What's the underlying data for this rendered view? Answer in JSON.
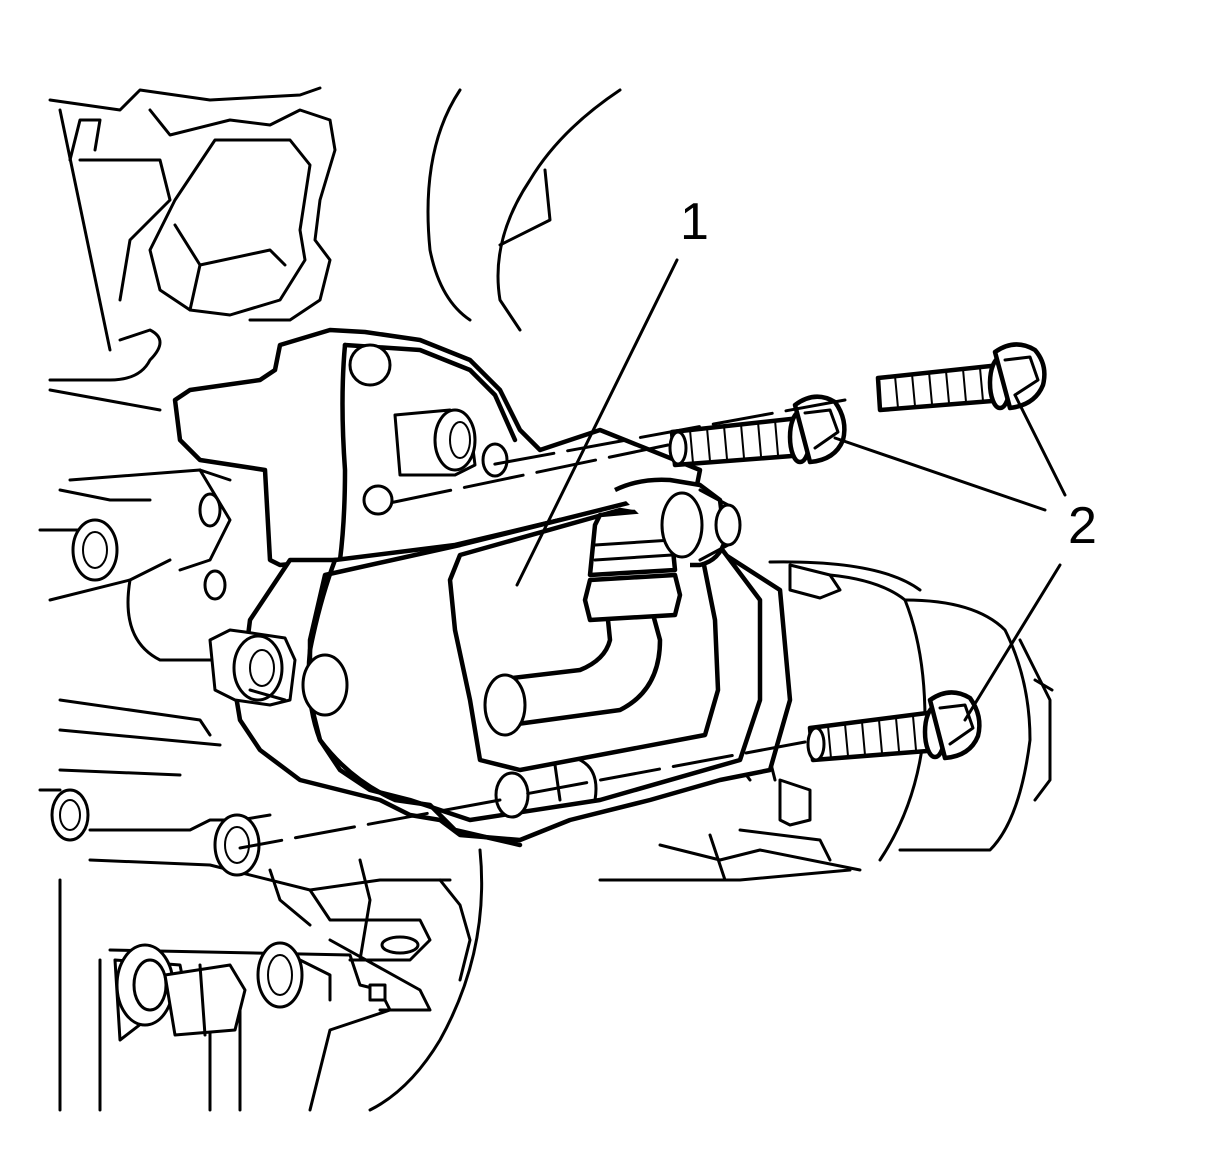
{
  "figure": {
    "callouts": [
      {
        "id": "1",
        "label": "1"
      },
      {
        "id": "2",
        "label": "2"
      }
    ],
    "colors": {
      "line": "#000000",
      "background": "#ffffff"
    }
  }
}
